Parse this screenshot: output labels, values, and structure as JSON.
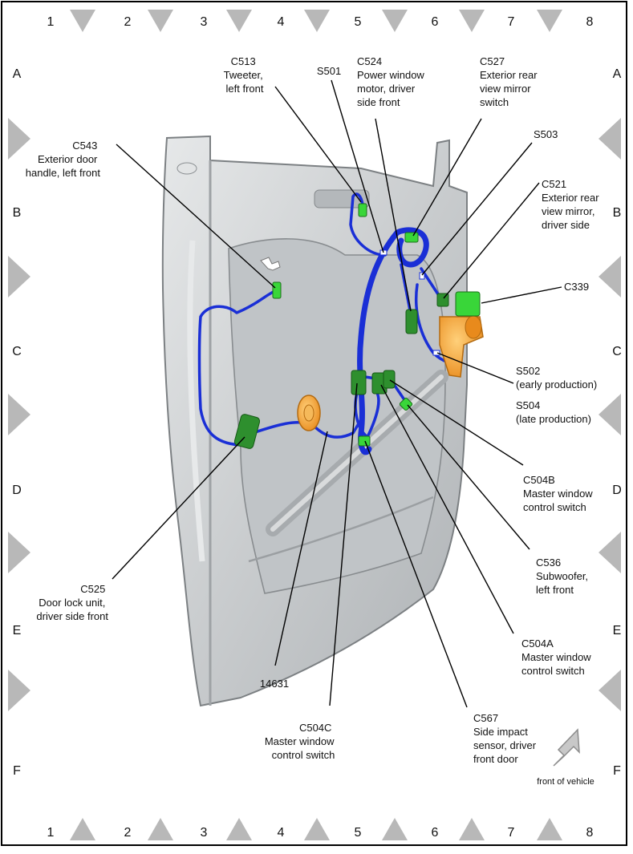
{
  "grid": {
    "columns": [
      "1",
      "2",
      "3",
      "4",
      "5",
      "6",
      "7",
      "8"
    ],
    "rows": [
      "A",
      "B",
      "C",
      "D",
      "E",
      "F"
    ]
  },
  "callouts": {
    "c513": [
      "C513",
      "Tweeter,",
      "left front"
    ],
    "s501": [
      "S501"
    ],
    "c524": [
      "C524",
      "Power window",
      "motor, driver",
      "side front"
    ],
    "c527": [
      "C527",
      "Exterior rear",
      "view mirror",
      "switch"
    ],
    "s503": [
      "S503"
    ],
    "c543": [
      "C543",
      "Exterior door",
      "handle, left front"
    ],
    "c521": [
      "C521",
      "Exterior rear",
      "view mirror,",
      "driver side"
    ],
    "c339": [
      "C339"
    ],
    "s502": [
      "S502",
      "(early production)"
    ],
    "s504": [
      "S504",
      "(late production)"
    ],
    "c504b": [
      "C504B",
      "Master window",
      "control switch"
    ],
    "c536": [
      "C536",
      "Subwoofer,",
      "left front"
    ],
    "c525": [
      "C525",
      "Door lock unit,",
      "driver side front"
    ],
    "c504a": [
      "C504A",
      "Master window",
      "control switch"
    ],
    "h14631": [
      "14631"
    ],
    "c504c": [
      "C504C",
      "Master window",
      "control switch"
    ],
    "c567": [
      "C567",
      "Side impact",
      "sensor, driver",
      "front door"
    ]
  },
  "orientation": {
    "label": "front of vehicle"
  },
  "colors": {
    "harness": "#1a2fd6",
    "connector": "#2e8f2e",
    "connector_bright": "#39d639",
    "component_orange": "#f39a2b",
    "door_panel": "#cfd2d4",
    "marker": "#b8b8b8"
  }
}
